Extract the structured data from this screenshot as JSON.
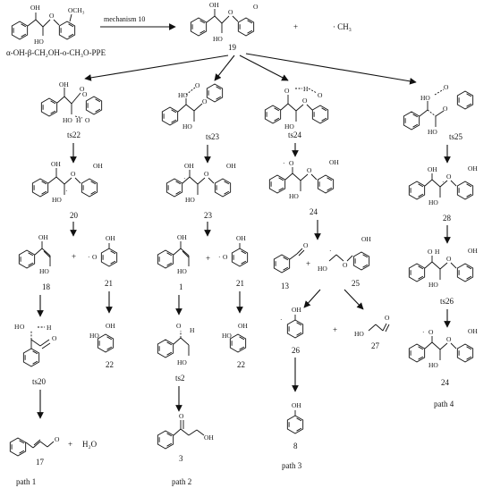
{
  "mechanism_label": "mechanism 10",
  "reactant_name": "α-OH-β-CH₂OH-o-CH₃O-PPE",
  "methyl_radical": "· CH₃",
  "plus": "+",
  "atoms": {
    "OH": "OH",
    "HO": "HO",
    "O": "O",
    "H": "H",
    "OCH3": "OCH₃",
    "H2O": "H₂O",
    "dot": "·"
  },
  "compound_numbers": {
    "c19": "19",
    "c20": "20",
    "c18": "18",
    "c21a": "21",
    "c21b": "21",
    "c22a": "22",
    "c22b": "22",
    "c17": "17",
    "c23": "23",
    "c1": "1",
    "c3": "3",
    "c24a": "24",
    "c24b": "24",
    "c13": "13",
    "c25": "25",
    "c26": "26",
    "c27": "27",
    "c8": "8",
    "c28": "28"
  },
  "transition_states": {
    "ts22": "ts22",
    "ts23": "ts23",
    "ts24": "ts24",
    "ts25": "ts25",
    "ts20": "ts20",
    "ts2": "ts2",
    "ts26": "ts26"
  },
  "paths": {
    "p1": "path 1",
    "p2": "path 2",
    "p3": "path 3",
    "p4": "path 4"
  }
}
